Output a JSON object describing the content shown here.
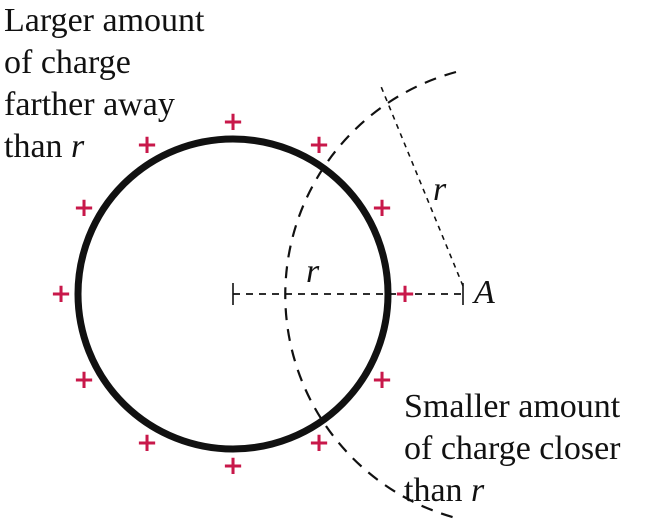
{
  "colors": {
    "ink": "#111111",
    "charge": "#c8184a",
    "background": "#ffffff"
  },
  "callouts": {
    "far": {
      "line1": "Larger amount",
      "line2": "of charge",
      "line3": "farther away",
      "line4_prefix": "than ",
      "line4_var": "r"
    },
    "near": {
      "line1": "Smaller amount",
      "line2": "of charge closer",
      "line3_prefix": "than ",
      "line3_var": "r"
    }
  },
  "labels": {
    "radius_inner": "r",
    "radius_outer": "r",
    "point": "A"
  },
  "charge_symbol": "+",
  "charge_count": 12
}
